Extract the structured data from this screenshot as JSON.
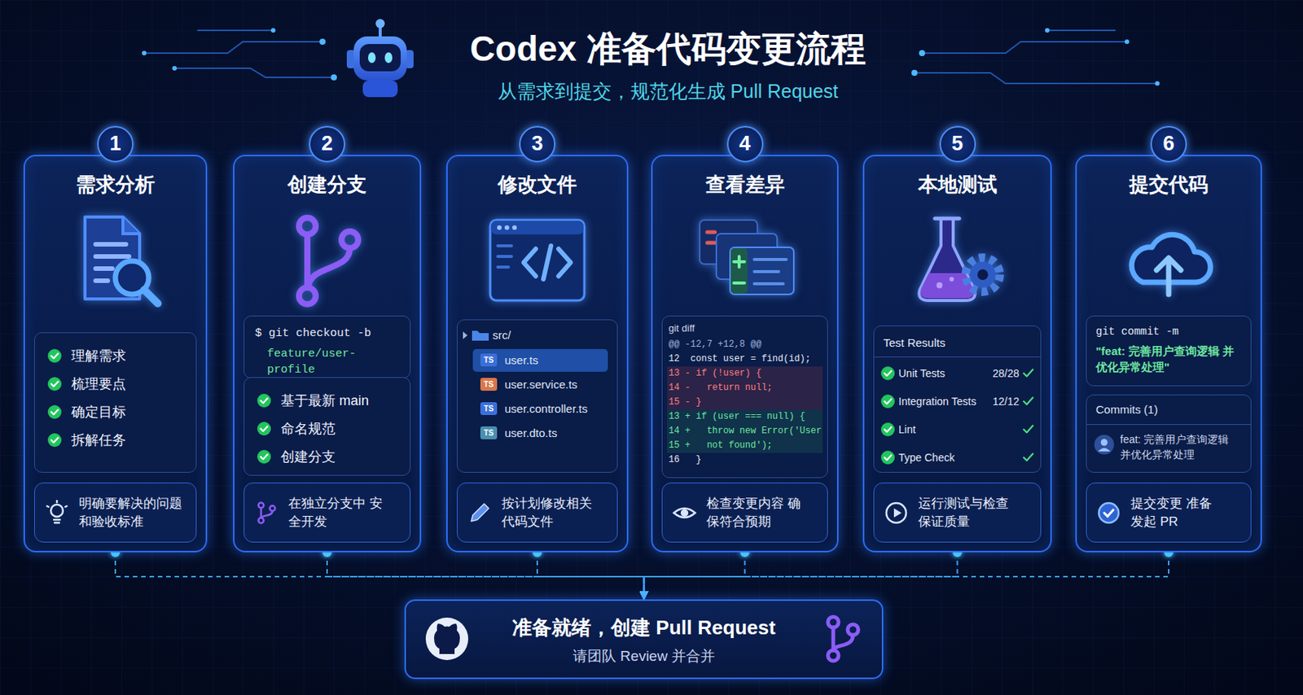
{
  "diagram": {
    "title": "Codex 准备代码变更流程",
    "nodes": [
      {
        "text": [
          "需求分析"
        ]
      },
      {
        "text": [
          "1"
        ],
        "in": 0
      },
      {
        "text": [
          "理解需求",
          "梳理要点",
          "确定目标",
          "拆解任务"
        ],
        "in": 0
      },
      {
        "text": [
          "明确要解决的问题 和验收标准"
        ],
        "in": 0
      },
      {
        "text": [
          "创建分支"
        ]
      },
      {
        "text": [
          "2"
        ],
        "in": 4
      },
      {
        "text": [
          "$ git checkout -b",
          "feature/user-profile"
        ],
        "in": 4
      },
      {
        "text": [
          "基于最新 main",
          "命名规范",
          "创建分支"
        ],
        "in": 4
      },
      {
        "text": [
          "在独立分支中 安全开发"
        ],
        "in": 4
      },
      {
        "text": [
          "修改文件"
        ]
      },
      {
        "text": [
          "3"
        ],
        "in": 9
      },
      {
        "text": [
          "src/",
          "user.ts",
          "user.service.ts",
          "user.controller.ts",
          "user.dto.ts"
        ],
        "in": 9
      },
      {
        "text": [
          "TS"
        ],
        "in": 11
      },
      {
        "text": [
          "TS"
        ],
        "in": 11
      },
      {
        "text": [
          "TS"
        ],
        "in": 11
      },
      {
        "text": [
          "TS"
        ],
        "in": 11
      },
      {
        "text": [
          "按计划修改相关 代码文件"
        ],
        "in": 9
      },
      {
        "text": [
          "查看差异"
        ]
      },
      {
        "text": [
          "4"
        ],
        "in": 17
      },
      {
        "text": [
          "git diff",
          "@@ -12,7 +12,8 @@",
          "12  const user = find(id);",
          "13 - if (!user) {",
          "14 -   return null;",
          "15 - }",
          "13 + if (user === null) {",
          "14 +   throw new Error('User",
          "15 +   not found');",
          "16   }"
        ],
        "in": 17
      },
      {
        "text": [
          "检查变更内容 确保符合预期"
        ],
        "in": 17
      },
      {
        "text": [
          "本地测试"
        ]
      },
      {
        "text": [
          "5"
        ],
        "in": 21
      },
      {
        "text": [
          "Test Results",
          "Unit Tests",
          "28/28",
          "Integration Tests",
          "12/12",
          "Lint",
          "Type Check"
        ],
        "in": 21
      },
      {
        "text": [
          "运行测试与检查 保证质量"
        ],
        "in": 21
      },
      {
        "text": [
          "提交代码"
        ]
      },
      {
        "text": [
          "6"
        ],
        "in": 25
      },
      {
        "text": [
          "git commit -m",
          "\"feat: 完善用户查询逻辑 并优化异常处理\""
        ],
        "in": 25
      },
      {
        "text": [
          "Commits (1)",
          "feat: 完善用户查询逻辑 并优化异常处理"
        ],
        "in": 25
      },
      {
        "text": [
          "提交变更 准备发起 PR"
        ],
        "in": 25
      },
      {
        "text": [
          "准备就绪，创建 Pull Request",
          "请团队 Review 并合并"
        ]
      }
    ],
    "edges": [
      {
        "from": 0,
        "to": 4,
        "arrow": "to"
      },
      {
        "from": 4,
        "to": 9,
        "arrow": "to"
      },
      {
        "from": 9,
        "to": 17,
        "arrow": "to"
      },
      {
        "from": 17,
        "to": 21,
        "arrow": "to"
      },
      {
        "from": 21,
        "to": 25,
        "arrow": "to"
      },
      {
        "from": 0,
        "to": 30,
        "arrow": "to"
      },
      {
        "from": 4,
        "to": 30,
        "arrow": "to"
      },
      {
        "from": 9,
        "to": 30,
        "arrow": "to"
      },
      {
        "from": 17,
        "to": 30,
        "arrow": "to"
      },
      {
        "from": 21,
        "to": 30,
        "arrow": "to"
      },
      {
        "from": 25,
        "to": 30,
        "arrow": "to"
      }
    ],
    "labels": [
      "从需求到提交，规范化生成 Pull Request"
    ]
  }
}
